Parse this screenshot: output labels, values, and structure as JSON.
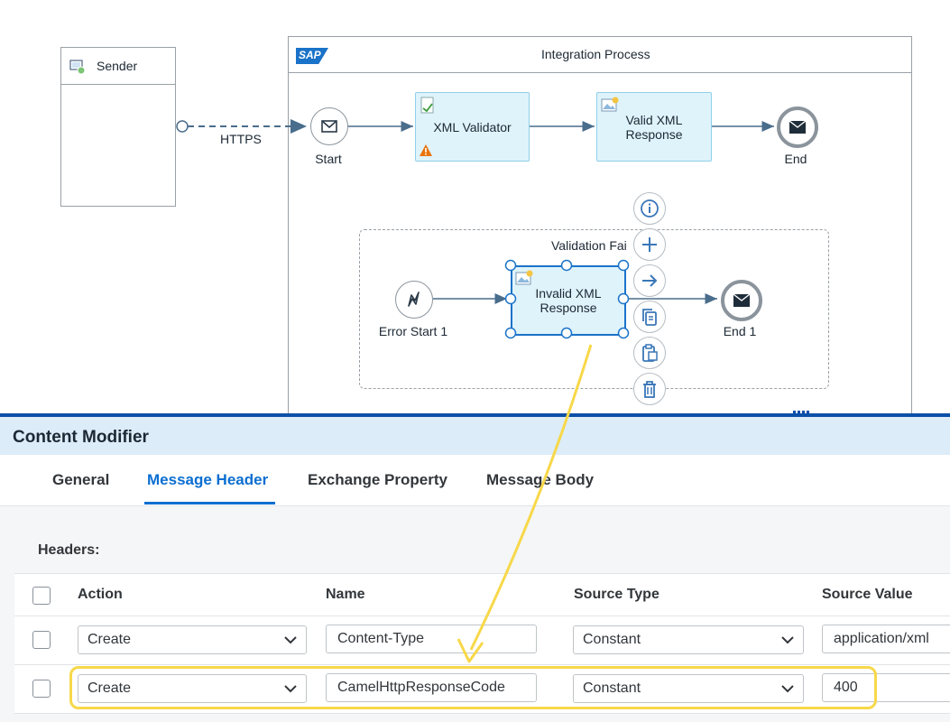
{
  "diagram": {
    "sender": {
      "label": "Sender"
    },
    "connection": {
      "label": "HTTPS"
    },
    "integration_process": {
      "title": "Integration Process",
      "logo_text": "SAP"
    },
    "start_event": {
      "label": "Start"
    },
    "xml_validator": {
      "label": "XML Validator"
    },
    "valid_response": {
      "label_line1": "Valid XML",
      "label_line2": "Response"
    },
    "end_event": {
      "label": "End"
    },
    "subprocess": {
      "title": "Validation Fai"
    },
    "error_start": {
      "label": "Error Start 1"
    },
    "invalid_response": {
      "label_line1": "Invalid XML",
      "label_line2": "Response"
    },
    "end_event_1": {
      "label": "End 1"
    },
    "context_menu": [
      "info-icon",
      "add-icon",
      "connect-arrow-icon",
      "copy-icon",
      "paste-icon",
      "delete-icon"
    ]
  },
  "panel": {
    "title": "Content Modifier",
    "tabs": [
      {
        "label": "General",
        "active": false
      },
      {
        "label": "Message Header",
        "active": true
      },
      {
        "label": "Exchange Property",
        "active": false
      },
      {
        "label": "Message Body",
        "active": false
      }
    ],
    "headers_title": "Headers:",
    "columns": [
      "Action",
      "Name",
      "Source Type",
      "Source Value"
    ],
    "rows": [
      {
        "action": "Create",
        "name": "Content-Type",
        "source_type": "Constant",
        "source_value": "application/xml"
      },
      {
        "action": "Create",
        "name": "CamelHttpResponseCode",
        "source_type": "Constant",
        "source_value": "400"
      }
    ]
  },
  "colors": {
    "accent": "#0a6ed1",
    "highlight": "#f7d84a",
    "step_fill": "#dff3fb",
    "warning": "#e9730c"
  }
}
